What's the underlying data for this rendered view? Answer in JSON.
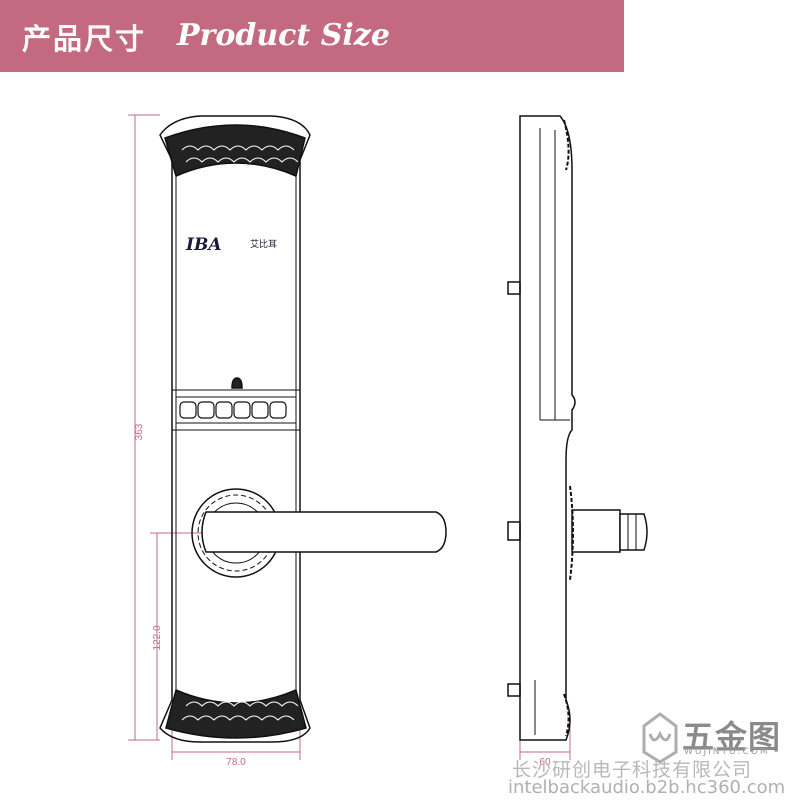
{
  "header": {
    "title_cn": "产品尺寸",
    "title_en": "Product Size",
    "background_color": "#c46a80"
  },
  "front_view": {
    "brand_logo": "IBA",
    "brand_cn": "艾比耳",
    "dimensions": {
      "height": "363",
      "handle_height": "122.0",
      "width": "78.0"
    }
  },
  "side_view": {
    "dimensions": {
      "depth": "60"
    }
  },
  "watermark": {
    "company_cn": "长沙研创电子科技有限公司",
    "url": "intelbackaudio.b2b.hc360.com",
    "logo_text": "五金图",
    "logo_sub": "WUJINTU.COM"
  },
  "colors": {
    "dimension_lines": "#c46a80",
    "drawing_lines": "#111111"
  }
}
